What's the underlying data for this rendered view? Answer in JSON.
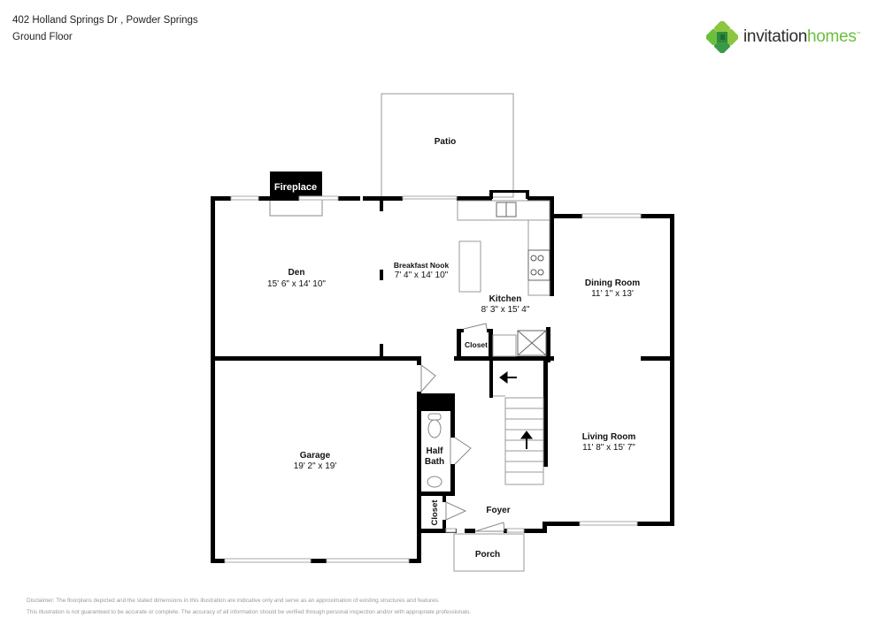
{
  "header": {
    "address": "402 Holland Springs Dr , Powder Springs",
    "floor": "Ground Floor"
  },
  "logo": {
    "icon": "clover-tile-icon",
    "text_primary": "invitation",
    "text_secondary": "homes",
    "trademark": "™",
    "colors": {
      "dark": "#2c2c2c",
      "green": "#6cbf3d",
      "green_dark": "#3a9a47"
    }
  },
  "rooms": {
    "patio": {
      "name": "Patio"
    },
    "fireplace": {
      "name": "Fireplace"
    },
    "den": {
      "name": "Den",
      "dims": "15' 6\" x 14' 10\""
    },
    "breakfast_nook": {
      "name": "Breakfast Nook",
      "dims": "7' 4\" x 14' 10\""
    },
    "kitchen": {
      "name": "Kitchen",
      "dims": "8' 3\" x 15' 4\""
    },
    "dining_room": {
      "name": "Dining Room",
      "dims": "11' 1\" x 13'"
    },
    "closet_upper": {
      "name": "Closet"
    },
    "garage": {
      "name": "Garage",
      "dims": "19' 2\" x 19'"
    },
    "half_bath": {
      "name_line1": "Half",
      "name_line2": "Bath"
    },
    "living_room": {
      "name": "Living Room",
      "dims": "11' 8\" x 15' 7\""
    },
    "closet_lower": {
      "name": "Closet"
    },
    "foyer": {
      "name": "Foyer"
    },
    "porch": {
      "name": "Porch"
    }
  },
  "disclaimer": {
    "line1": "Disclaimer: The floorplans depicted and the stated dimensions in this illustration are indicative only and serve as an approximation of existing structures and features.",
    "line2": "This illustration is not guaranteed to be accurate or complete. The accuracy of all information should be verified through personal inspection and/or with appropriate professionals."
  }
}
